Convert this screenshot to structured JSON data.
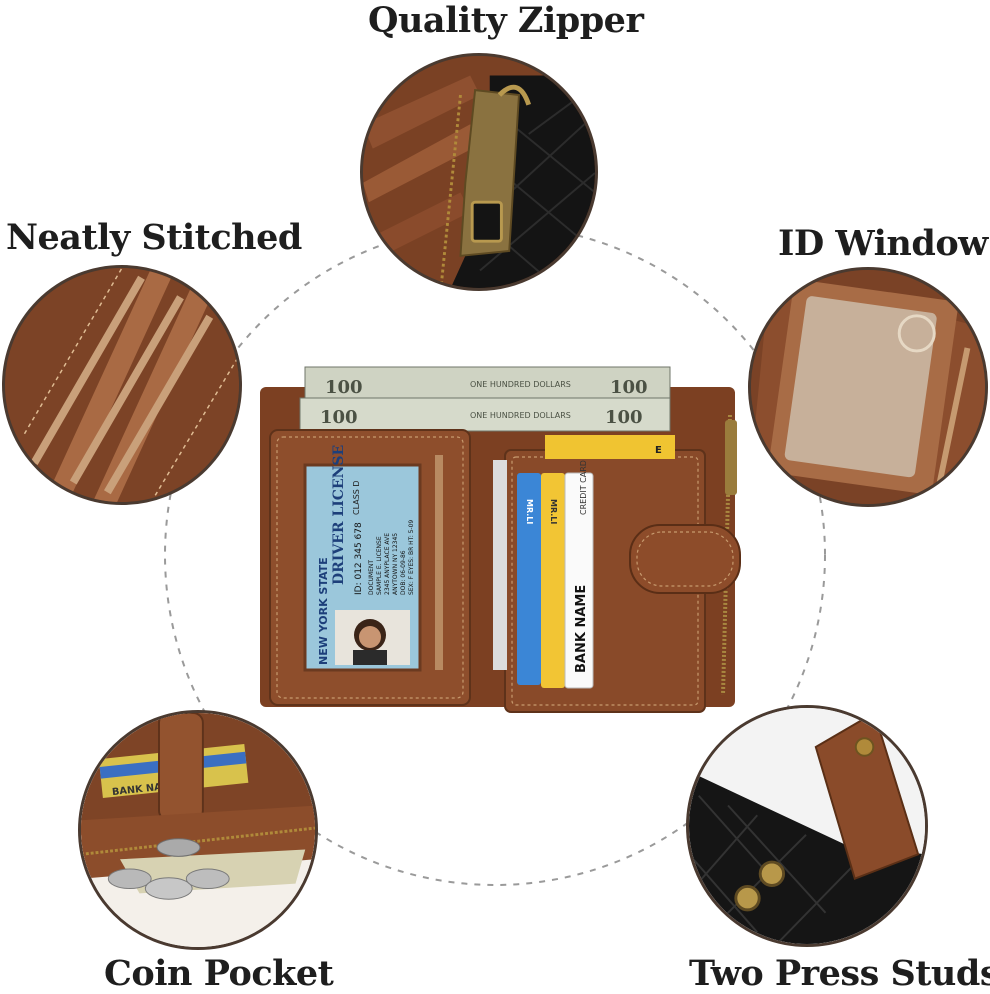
{
  "labels": {
    "zipper": "Quality Zipper",
    "stitched": "Neatly Stitched",
    "id_window": "ID Window",
    "coin_pocket": "Coin Pocket",
    "press_studs": "Two Press Studs"
  },
  "banknote": {
    "denomination": "100",
    "text": "ONE HUNDRED DOLLARS"
  },
  "license": {
    "state": "NEW YORK STATE",
    "title": "DRIVER LICENSE",
    "class": "CLASS D",
    "id": "ID: 012 345 678",
    "lines": [
      "DOCUMENT",
      "SAMPLE E. LICENSE",
      "2345 ANYPLACE AVE",
      "ANYTOWN NY 12345",
      "DOB: 06-09-86",
      "SEX: F  EYES: BR  HT: 5-09"
    ]
  },
  "cards": {
    "blue": "MR.LI",
    "yellow": "MR.LI",
    "white_title": "CREDIT CARD",
    "white_bank": "BANK NAME",
    "yellow_top": "E"
  },
  "coin_pocket_card": "BANK NAME",
  "colors": {
    "leather": "#8a4d2a",
    "leather_dark": "#5e321a",
    "stitch": "#c79a6e",
    "dashed_ring": "#9a9a9a",
    "label": "#1e1e1e",
    "quilted_black": "#151515"
  }
}
